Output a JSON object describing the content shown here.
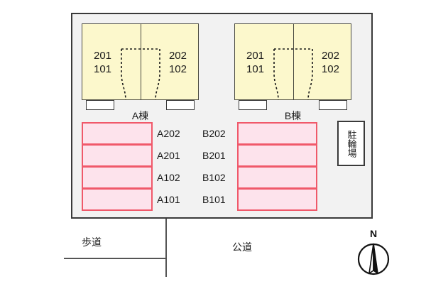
{
  "site": {
    "background_color": "#f2f2f2",
    "frame_color": "#3a3a3a"
  },
  "buildings": [
    {
      "name": "A棟",
      "fill_color": "#fcf8cc",
      "units_left": "201\n101",
      "units_left_upper": "201",
      "units_left_lower": "101",
      "units_right_upper": "202",
      "units_right_lower": "102"
    },
    {
      "name": "B棟",
      "fill_color": "#fcf8cc",
      "units_left_upper": "201",
      "units_left_lower": "101",
      "units_right_upper": "202",
      "units_right_lower": "102"
    }
  ],
  "parking": {
    "fill_color": "#fde3ec",
    "border_color": "#f0596a",
    "left_column": [
      "A202",
      "A201",
      "A102",
      "A101"
    ],
    "right_column": [
      "B202",
      "B201",
      "B102",
      "B101"
    ]
  },
  "bicycle_parking": {
    "label": "駐輪場"
  },
  "roads": {
    "sidewalk_label": "歩道",
    "public_road_label": "公道"
  },
  "compass": {
    "north_label": "N"
  }
}
